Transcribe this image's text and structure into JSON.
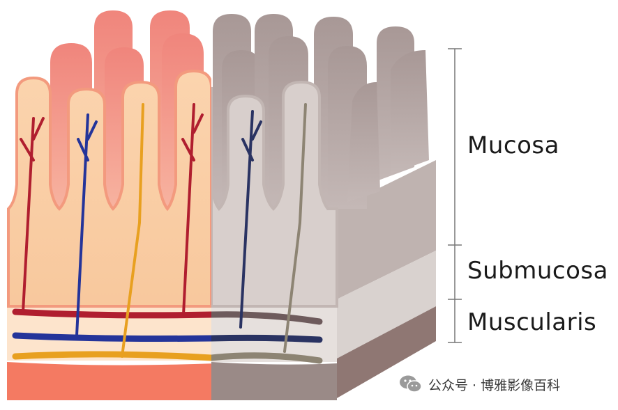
{
  "labels": {
    "mucosa": "Mucosa",
    "submucosa": "Submucosa",
    "muscularis": "Muscularis"
  },
  "watermark": {
    "icon": "wechat-icon",
    "text": "公众号 · 博雅影像百科"
  },
  "colors": {
    "mucosa_peach": "#fcd5b0",
    "villus_fill": "#f6c39a",
    "villus_back": "#f3948a",
    "muscle_salmon": "#f47a62",
    "artery_red": "#b01e2f",
    "vein_blue": "#24349a",
    "lymph_yellow": "#e8a020",
    "gray_overlay": "#b5a7a4",
    "muscle_gray": "#8f7773"
  }
}
